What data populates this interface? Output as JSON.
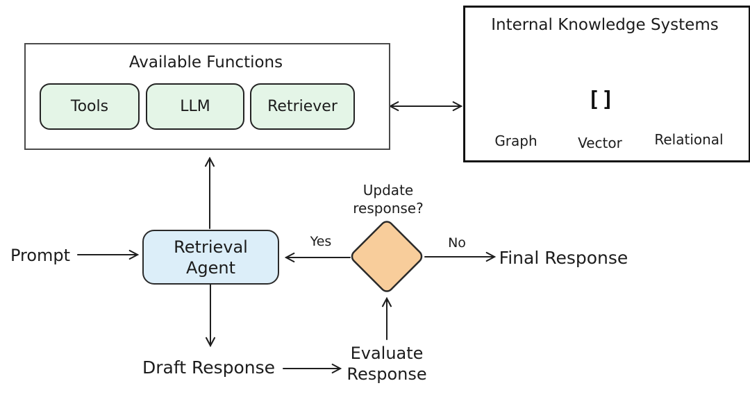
{
  "canvas": {
    "background": "#ffffff"
  },
  "colors": {
    "stroke": "#1e1e1e",
    "available_functions_border": "#4a4a4a",
    "knowledge_box_border": "#111111",
    "function_fill": "#e4f5e7",
    "agent_fill": "#dceef9",
    "decision_fill": "#f8cd9b"
  },
  "available_functions": {
    "title": "Available Functions",
    "items": [
      {
        "label": "Tools"
      },
      {
        "label": "LLM"
      },
      {
        "label": "Retriever"
      }
    ]
  },
  "knowledge_systems": {
    "title": "Internal Knowledge Systems",
    "databases": [
      {
        "label": "Graph",
        "icon": "graph-network-icon",
        "body_color": "#a7c8f3",
        "top_color": "#5f9ee9"
      },
      {
        "label": "Vector",
        "icon": "array-brackets-icon",
        "glyph": "[]",
        "body_color": "#56b167",
        "top_color": "#44a65a"
      },
      {
        "label": "Relational",
        "icon": "plain-cylinder",
        "body_color": "#2e5c87",
        "top_color": "#28527b"
      }
    ]
  },
  "flow": {
    "prompt": "Prompt",
    "retrieval_agent": "Retrieval\nAgent",
    "draft_response": "Draft Response",
    "evaluate_response": "Evaluate\nResponse",
    "decision": "Update\nresponse?",
    "final_response": "Final Response",
    "yes_label": "Yes",
    "no_label": "No"
  }
}
